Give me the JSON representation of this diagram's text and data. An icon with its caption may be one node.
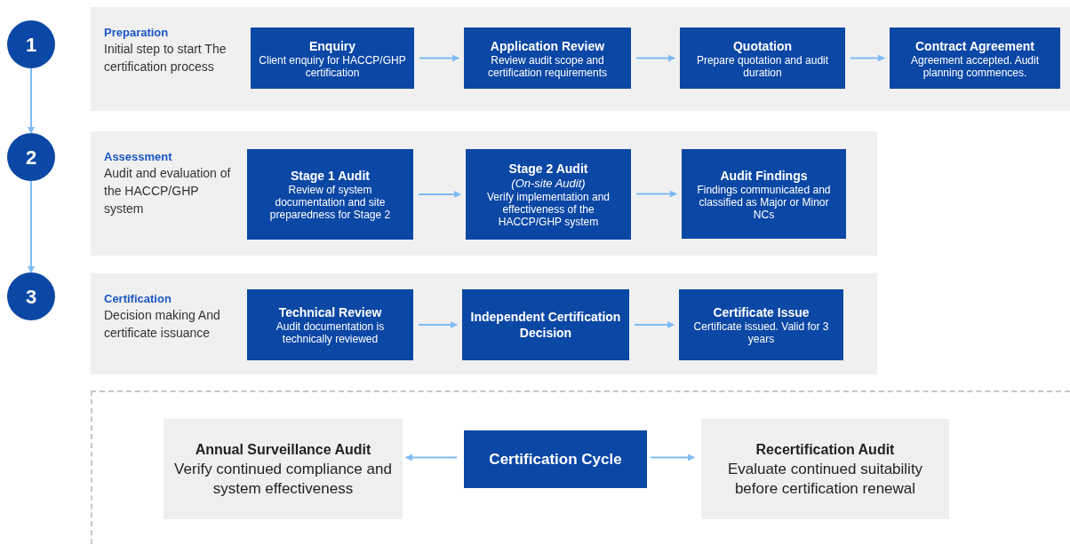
{
  "diagram": {
    "nodes": [
      {
        "text": [
          "1"
        ]
      },
      {
        "text": [
          "2"
        ]
      },
      {
        "text": [
          "3"
        ]
      },
      {
        "text": [
          "Preparation",
          "Initial step to start The certification process"
        ]
      },
      {
        "text": [
          "Enquiry",
          "Client enquiry for HACCP/GHP certification"
        ],
        "in": 3
      },
      {
        "text": [
          "Application Review",
          "Review audit scope and certification requirements"
        ],
        "in": 3
      },
      {
        "text": [
          "Quotation",
          "Prepare quotation and audit duration"
        ],
        "in": 3
      },
      {
        "text": [
          "Contract Agreement",
          "Agreement accepted. Audit planning commences."
        ],
        "in": 3
      },
      {
        "text": [
          "Assessment",
          "Audit and evaluation of the HACCP/GHP system"
        ]
      },
      {
        "text": [
          "Stage 1 Audit",
          "Review of system documentation and site preparedness for Stage 2"
        ],
        "in": 8
      },
      {
        "text": [
          "Stage 2 Audit",
          "(On-site Audit)",
          "Verify implementation and effectiveness of the HACCP/GHP system"
        ],
        "in": 8
      },
      {
        "text": [
          "Audit Findings",
          "Findings communicated and classified as Major or Minor NCs"
        ],
        "in": 8
      },
      {
        "text": [
          "Certification",
          "Decision making And certificate issuance"
        ]
      },
      {
        "text": [
          "Technical Review",
          "Audit documentation is technically reviewed"
        ],
        "in": 12
      },
      {
        "text": [
          "Independent Certification Decision"
        ],
        "in": 12
      },
      {
        "text": [
          "Certificate Issue",
          "Certificate issued. Valid for 3 years"
        ],
        "in": 12
      },
      {
        "text": [],
        "shape": "box"
      },
      {
        "text": [
          "Annual Surveillance Audit",
          "Verify continued compliance and system effectiveness"
        ],
        "in": 16
      },
      {
        "text": [
          "Certification Cycle"
        ],
        "in": 16
      },
      {
        "text": [
          "Recertification Audit",
          "Evaluate continued suitability before certification renewal"
        ],
        "in": 16
      }
    ],
    "edges": [
      {
        "from": 0,
        "to": 1,
        "arrow": "to"
      },
      {
        "from": 1,
        "to": 2,
        "arrow": "to"
      },
      {
        "from": 4,
        "to": 5,
        "arrow": "to"
      },
      {
        "from": 5,
        "to": 6,
        "arrow": "to"
      },
      {
        "from": 6,
        "to": 7,
        "arrow": "to"
      },
      {
        "from": 9,
        "to": 10,
        "arrow": "to"
      },
      {
        "from": 10,
        "to": 11,
        "arrow": "to"
      },
      {
        "from": 13,
        "to": 14,
        "arrow": "to"
      },
      {
        "from": 14,
        "to": 15,
        "arrow": "to"
      },
      {
        "from": 18,
        "to": 17,
        "arrow": "to"
      },
      {
        "from": 18,
        "to": 19,
        "arrow": "to"
      }
    ]
  }
}
